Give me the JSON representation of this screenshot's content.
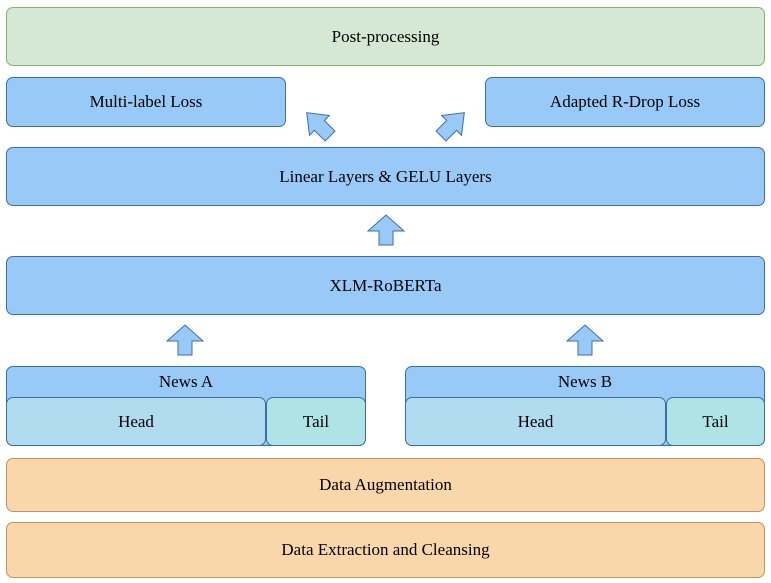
{
  "diagram": {
    "post_processing": "Post-processing",
    "multilabel_loss": "Multi-label Loss",
    "rdrop_loss": "Adapted R-Drop Loss",
    "linear_gelu": "Linear Layers & GELU Layers",
    "xlmr": "XLM-RoBERTa",
    "news_a": {
      "title": "News A",
      "head": "Head",
      "tail": "Tail"
    },
    "news_b": {
      "title": "News B",
      "head": "Head",
      "tail": "Tail"
    },
    "augmentation": "Data Augmentation",
    "extraction": "Data Extraction and Cleansing"
  },
  "colors": {
    "blue": "#99c9f7",
    "green": "#d5e8d4",
    "orange": "#f9d7aa",
    "head": "#b1dcef",
    "tail": "#b0e3e6",
    "stroke": "#3a6fa6"
  }
}
